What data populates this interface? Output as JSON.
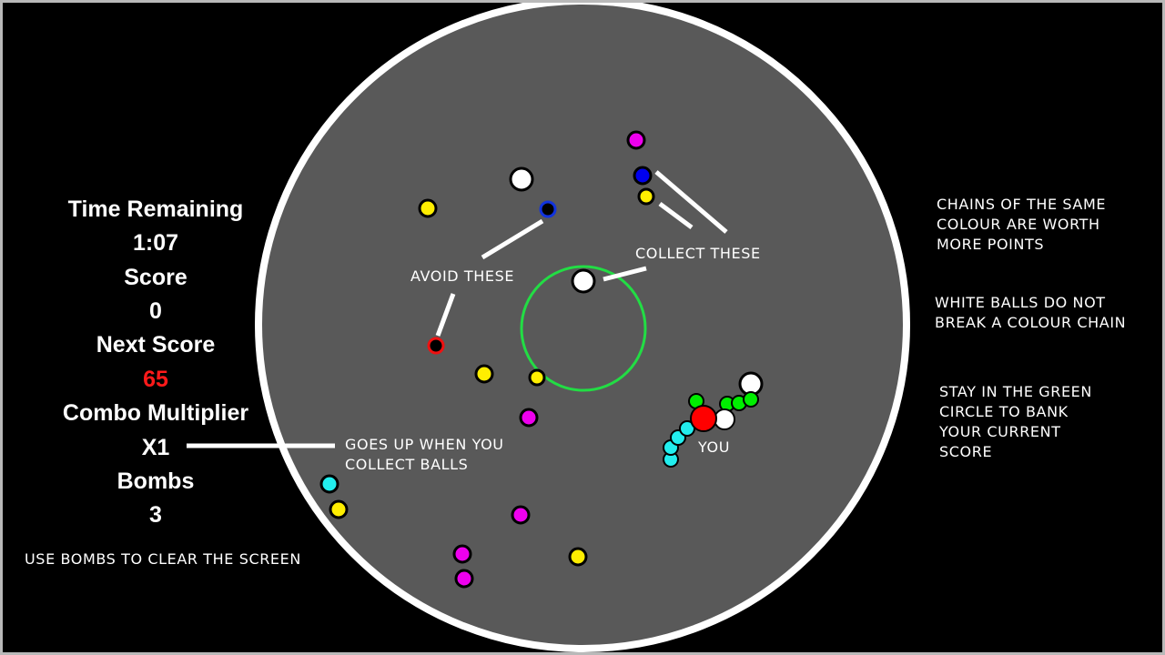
{
  "hud": {
    "time_label": "Time Remaining",
    "time_value": "1:07",
    "score_label": "Score",
    "score_value": "0",
    "next_score_label": "Next Score",
    "next_score_value": "65",
    "combo_label": "Combo Multiplier",
    "combo_value": "X1",
    "bombs_label": "Bombs",
    "bombs_value": "3"
  },
  "tutorial": {
    "bombs_hint": "USE BOMBS TO CLEAR THE SCREEN",
    "combo_hint": "GOES UP WHEN YOU\nCOLLECT BALLS",
    "avoid_hint": "AVOID THESE",
    "collect_hint": "COLLECT THESE",
    "you_label": "YOU",
    "chains_hint": "CHAINS OF THE SAME\nCOLOUR ARE WORTH\nMORE POINTS",
    "white_hint": "WHITE BALLS DO NOT\nBREAK A COLOUR CHAIN",
    "green_hint": "STAY IN THE GREEN\nCIRCLE TO BANK\nYOUR CURRENT\nSCORE"
  },
  "colors": {
    "background": "#000000",
    "arena": "#595959",
    "arena_rim": "#ffffff",
    "bank_circle": "#22dd44",
    "player": "#ff0000",
    "yellow": "#ffee00",
    "magenta": "#ee00ee",
    "cyan": "#22eeee",
    "green": "#00ee00",
    "white": "#ffffff",
    "avoid_blue_ring": "#1133dd",
    "avoid_red_ring": "#ee1111",
    "next_score_text": "#ff1a1a"
  }
}
